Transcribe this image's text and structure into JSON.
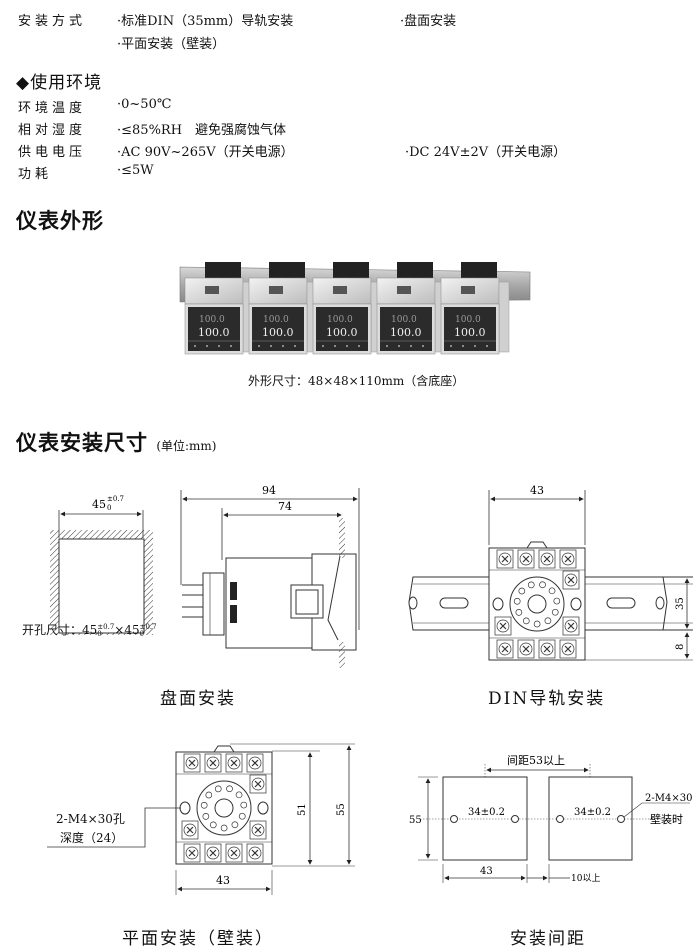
{
  "install_methods": {
    "label": "安装方式",
    "options": [
      "·标准DIN（35mm）导轨安装",
      "·盘面安装",
      "·平面安装（壁装）"
    ]
  },
  "environment": {
    "heading": "◆使用环境",
    "rows": [
      {
        "label": "环境温度",
        "value": "·0~50℃",
        "value2": ""
      },
      {
        "label": "相对湿度",
        "value": "·≤85%RH　避免强腐蚀气体",
        "value2": ""
      },
      {
        "label": "供电电压",
        "value": "·AC  90V~265V（开关电源）",
        "value2": "·DC  24V±2V（开关电源）"
      },
      {
        "label": "功耗",
        "value": "·≤5W",
        "value2": ""
      }
    ]
  },
  "appearance": {
    "heading": "仪表外形",
    "display_reading": "100.0",
    "unit_count": 5,
    "caption": "外形尺寸：48×48×110mm（含底座）"
  },
  "install_dims": {
    "heading": "仪表安装尺寸",
    "unit": "(单位:mm)",
    "panel": {
      "cutout_width": "45",
      "tolerance_upper": "±0.7",
      "tolerance_lower": "0",
      "cutout_label": "开孔尺寸：45",
      "cutout_times": "×45",
      "depth_total": "94",
      "depth_body": "74",
      "caption": "盘面安装"
    },
    "din": {
      "width": "43",
      "rail_height": "35",
      "rail_offset": "8",
      "caption": "DIN导轨安装"
    },
    "wall": {
      "hole_spec": "2-M4×30孔",
      "hole_depth": "深度（24）",
      "height_inner": "51",
      "height_outer": "55",
      "width": "43",
      "caption": "平面安装（壁装）"
    },
    "spacing": {
      "pitch": "间距53以上",
      "height": "55",
      "hole_distance": "34±0.2",
      "screw": "2-M4×30",
      "screw_note": "壁装时",
      "width": "43",
      "gap": "10以上",
      "caption": "安装间距"
    }
  }
}
